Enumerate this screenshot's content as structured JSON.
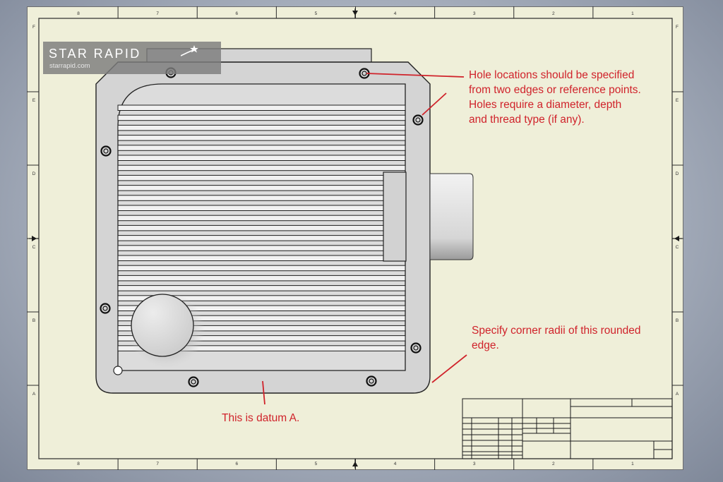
{
  "logo": {
    "brand": "STAR RAPID",
    "site": "starrapid.com",
    "icon": "star-icon"
  },
  "callouts": {
    "holes": "Hole locations should be specified\nfrom two edges or reference points.\nHoles require a diameter, depth\nand thread type (if any).",
    "radii": "Specify corner radii of this rounded\nedge.",
    "datum": "This is datum A."
  },
  "border_zones": {
    "columns": [
      "8",
      "7",
      "6",
      "5",
      "4",
      "3",
      "2",
      "1"
    ],
    "rows": [
      "F",
      "E",
      "D",
      "C",
      "B",
      "A"
    ]
  },
  "colors": {
    "background": "#9aa3b2",
    "sheet": "#efefd9",
    "part": "#d4d4d4",
    "annotation": "#d0232b",
    "logo_overlay": "#7d7d7d"
  }
}
